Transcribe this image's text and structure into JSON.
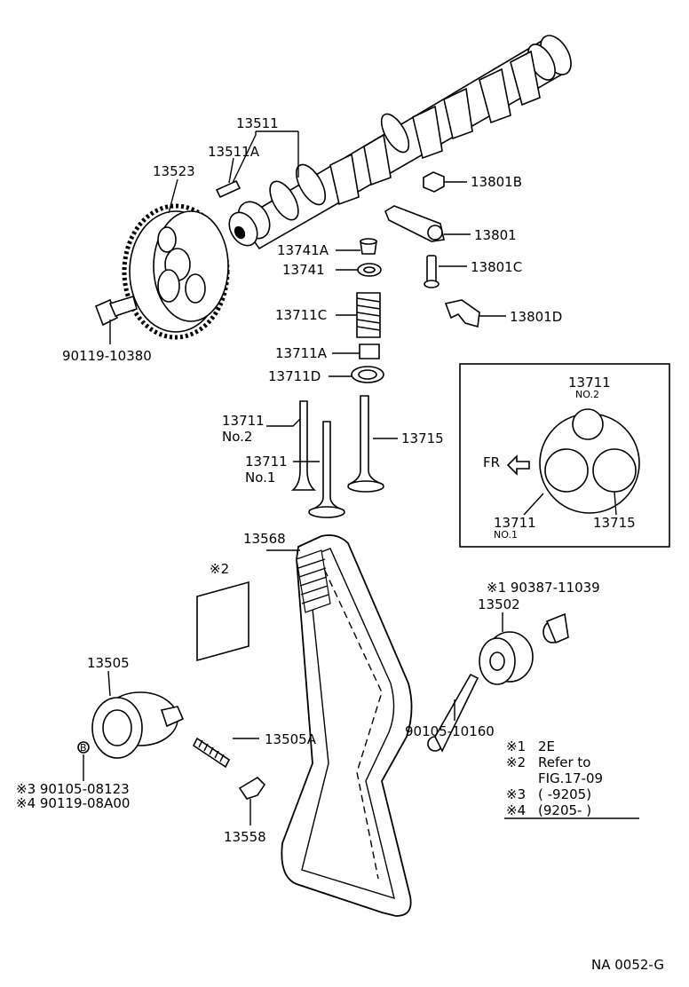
{
  "labels": {
    "camshaft": "13511",
    "camshaft_pin": "13511A",
    "timing_pulley": "13523",
    "pulley_bolt": "90119-10380",
    "adjusting_shim": "13801B",
    "rocker_arm": "13801",
    "retainer": "13741A",
    "spring_seat": "13741",
    "adjust_screw": "13801C",
    "valve_spring": "13711C",
    "rocker_clip": "13801D",
    "valve_lock": "13711A",
    "valve_seal": "13711D",
    "valve_no2_num": "13711",
    "valve_no2_tag": "No.2",
    "valve_no1_num": "13711",
    "valve_no1_tag": "No.1",
    "exhaust_valve": "13715",
    "timing_belt": "13568",
    "note2_marker": "※2",
    "tensioner": "13505",
    "tension_spring": "13505A",
    "tensioner_mark": "B",
    "tensioner_bolt3": "※3 90105-08123",
    "tensioner_bolt4": "※4 90119-08A00",
    "spring_bracket": "13558",
    "idler_spacer": "※1 90387-11039",
    "idler_pulley": "13502",
    "idler_bolt": "90105-10160"
  },
  "inset": {
    "top_num": "13711",
    "top_tag": "NO.2",
    "fr": "FR",
    "left_num": "13711",
    "left_tag": "NO.1",
    "right_num": "13715"
  },
  "notes": [
    {
      "mark": "※1",
      "text": "2E"
    },
    {
      "mark": "※2",
      "text": "Refer to"
    },
    {
      "mark": "",
      "text": "FIG.17-09"
    },
    {
      "mark": "※3",
      "text": "(        -9205)"
    },
    {
      "mark": "※4",
      "text": "(9205-        )"
    }
  ],
  "footer_code": "NA 0052-G"
}
